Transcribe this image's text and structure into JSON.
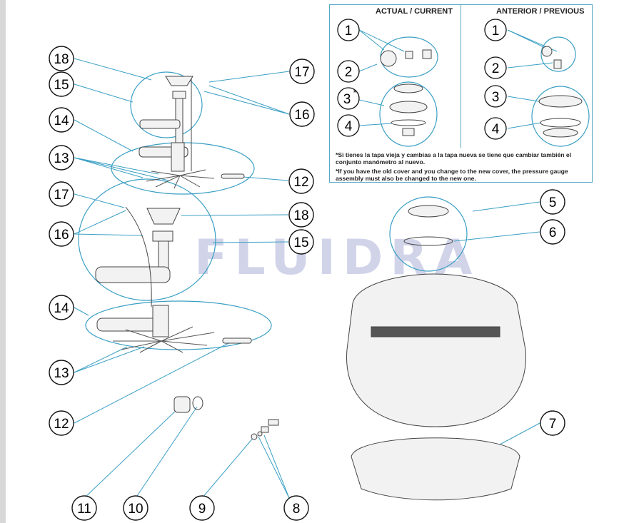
{
  "legend": {
    "current_header": "ACTUAL / CURRENT",
    "previous_header": "ANTERIOR / PREVIOUS",
    "note_es": "*Si tienes la tapa vieja y cambias a la tapa nueva se tiene que cambiar también el conjunto manómetro al nuevo.",
    "note_en": "*If you have the old cover and you change to the new cover, the pressure gauge assembly must also be changed to the new one."
  },
  "watermark": "FLUIDRA",
  "callouts": {
    "c1": "1",
    "c2": "2",
    "c3": "3",
    "c3_star": "*",
    "c4": "4",
    "p1": "1",
    "p2": "2",
    "p3": "3",
    "p4": "4",
    "n5": "5",
    "n6": "6",
    "n7": "7",
    "n8": "8",
    "n9": "9",
    "n10": "10",
    "n11": "11",
    "n12a": "12",
    "n12b": "12",
    "n13a": "13",
    "n13b": "13",
    "n14a": "14",
    "n14b": "14",
    "n15a": "15",
    "n15b": "15",
    "n16a": "16",
    "n16b": "16",
    "n17a": "17",
    "n17b": "17",
    "n18a": "18",
    "n18b": "18"
  }
}
